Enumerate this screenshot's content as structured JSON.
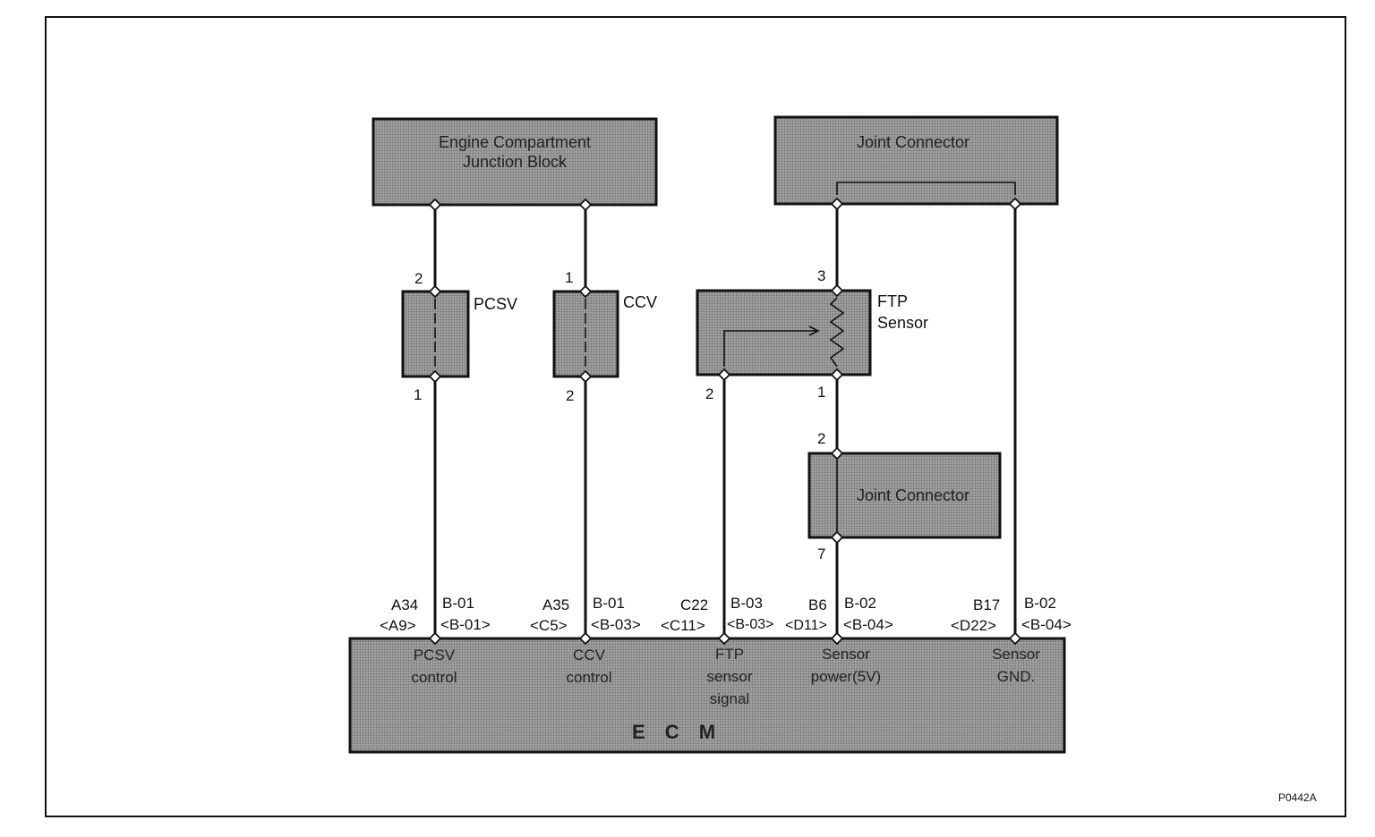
{
  "blocks": {
    "junction_block": "Engine Compartment Junction Block",
    "joint_connector_top": "Joint Connector",
    "joint_connector_mid": "Joint Connector",
    "ecm": "E C M"
  },
  "components": {
    "pcsv": "PCSV",
    "ccv": "CCV",
    "ftp_sensor_line1": "FTP",
    "ftp_sensor_line2": "Sensor"
  },
  "pins": {
    "pcsv_top": "2",
    "pcsv_bottom": "1",
    "ccv_top": "1",
    "ccv_bottom": "2",
    "ftp_top": "3",
    "ftp_signal": "2",
    "ftp_bottom": "1",
    "jc_top": "2",
    "jc_bottom": "7"
  },
  "ecm_terminals": [
    {
      "pin": "A34",
      "alt_pin": "<A9>",
      "conn": "B-01",
      "alt_conn": "<B-01>",
      "func1": "PCSV",
      "func2": "control",
      "func3": ""
    },
    {
      "pin": "A35",
      "alt_pin": "<C5>",
      "conn": "B-01",
      "alt_conn": "<B-03>",
      "func1": "CCV",
      "func2": "control",
      "func3": ""
    },
    {
      "pin": "C22",
      "alt_pin": "<C11>",
      "conn": "B-03",
      "alt_conn": "<B-03>",
      "func1": "FTP",
      "func2": "sensor",
      "func3": "signal"
    },
    {
      "pin": "B6",
      "alt_pin": "<D11>",
      "conn": "B-02",
      "alt_conn": "<B-04>",
      "func1": "Sensor",
      "func2": "power(5V)",
      "func3": ""
    },
    {
      "pin": "B17",
      "alt_pin": "<D22>",
      "conn": "B-02",
      "alt_conn": "<B-04>",
      "func1": "Sensor",
      "func2": "GND.",
      "func3": ""
    }
  ],
  "figure_code": "P0442A",
  "colors": {
    "box_fill": "#8f8f8f",
    "line": "#111111"
  }
}
